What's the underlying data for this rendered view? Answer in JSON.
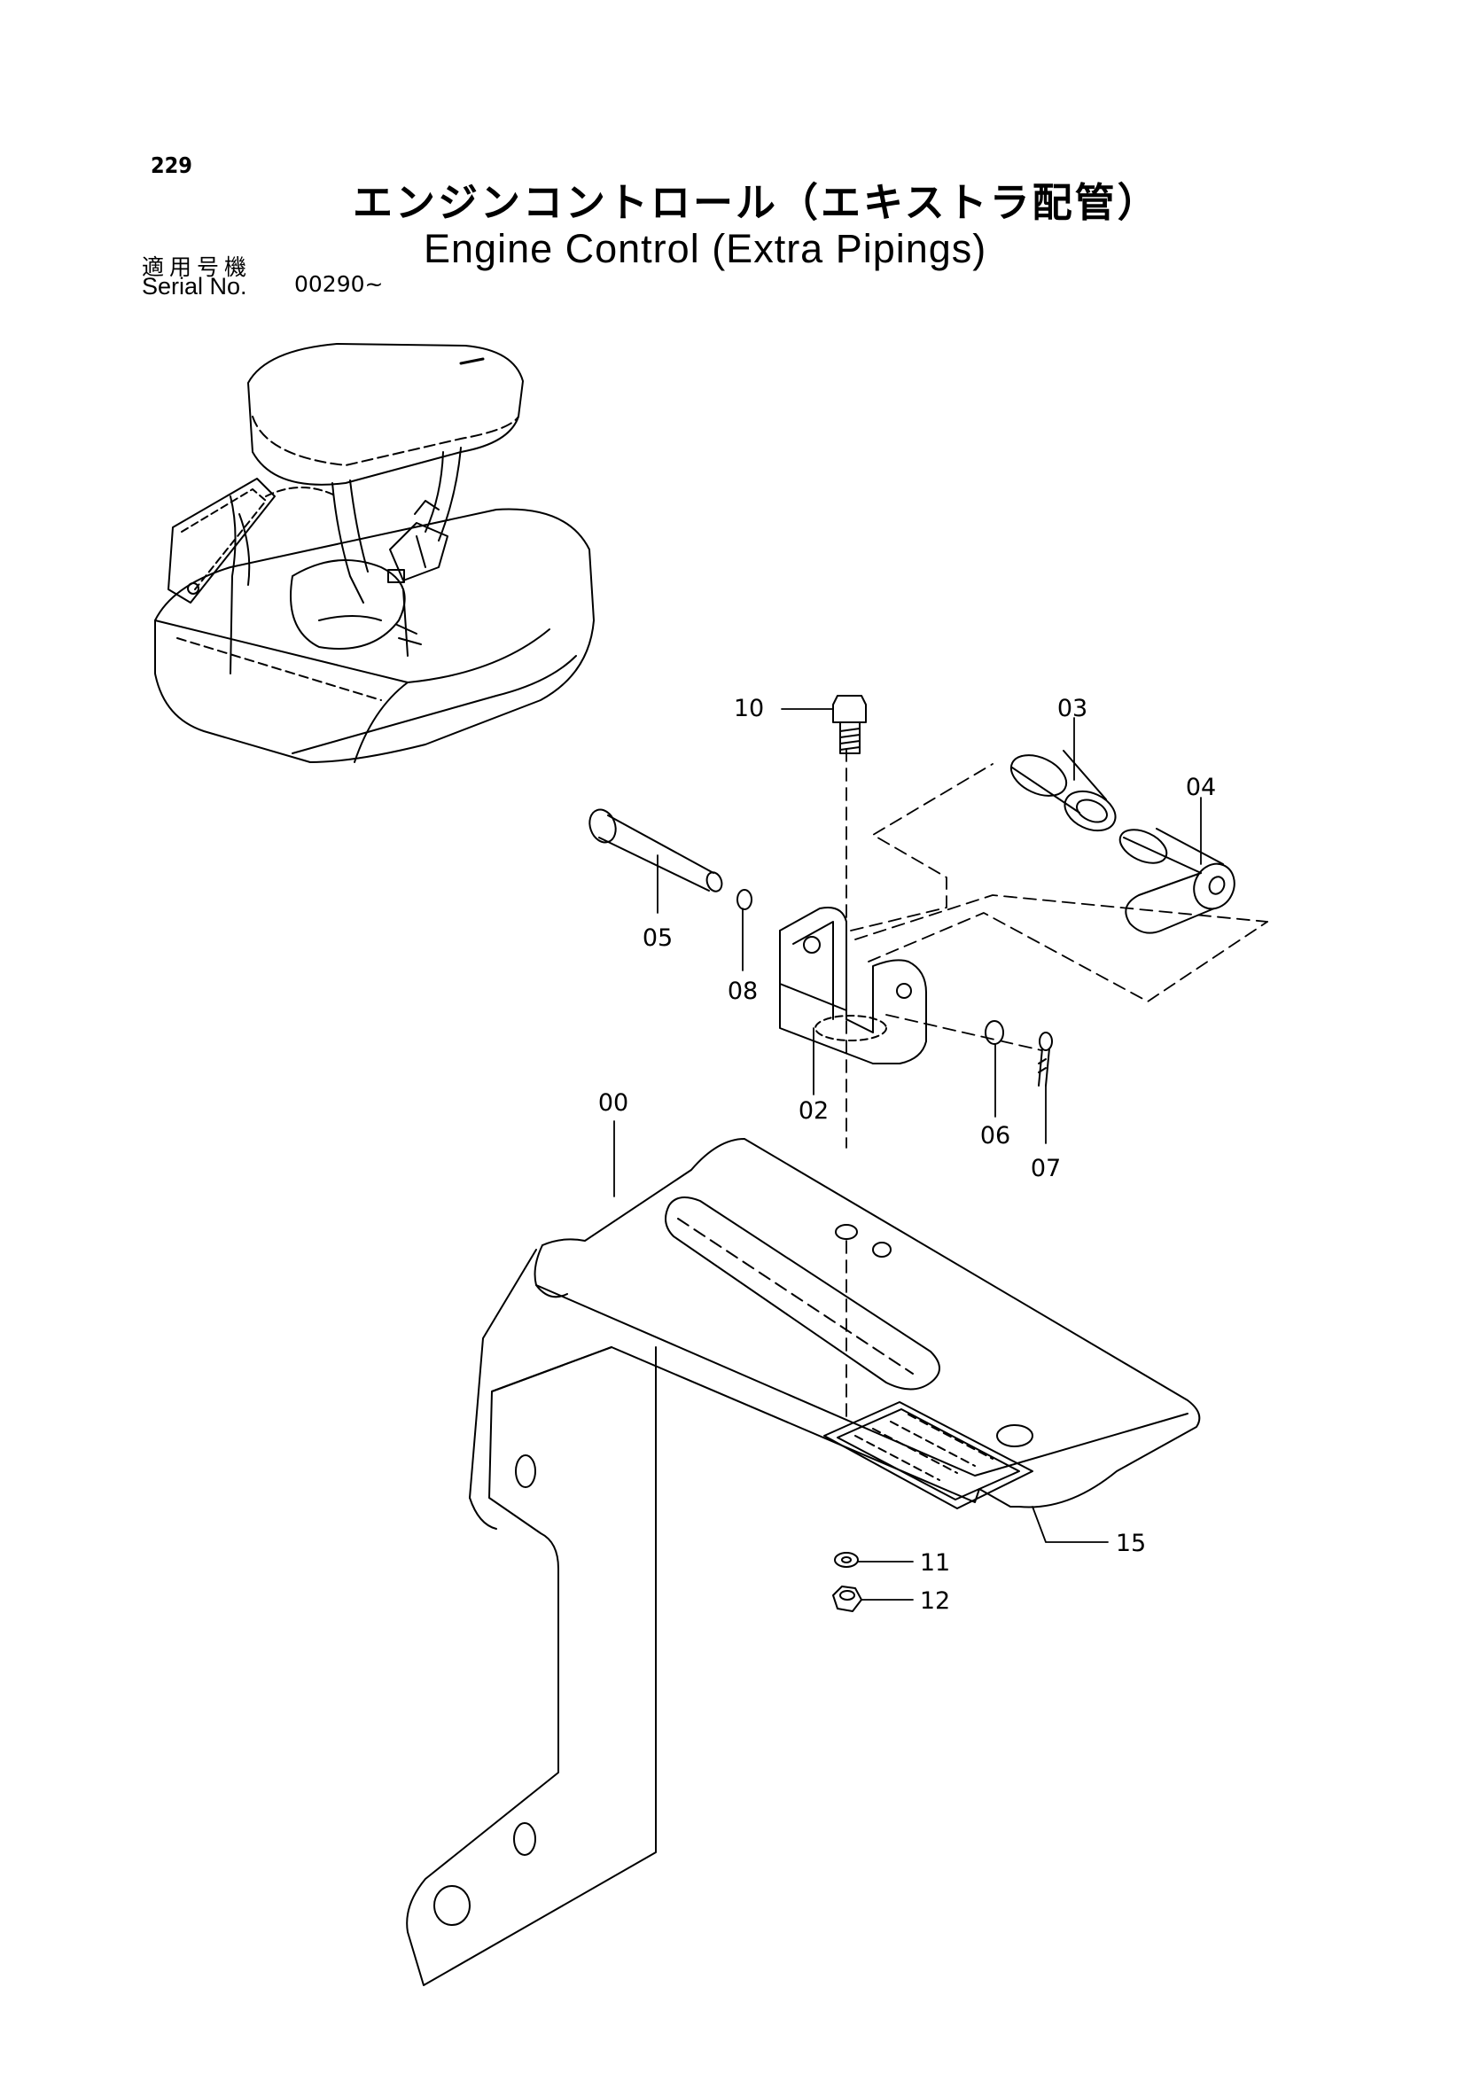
{
  "page": {
    "number": "229",
    "title_jp": "エンジンコントロール（エキストラ配管）",
    "title_en": "Engine Control (Extra Pipings)",
    "serial_label_jp": "適用号機",
    "serial_label_en": "Serial No.",
    "serial_value": "00290~"
  },
  "callouts": [
    {
      "id": "c10",
      "label": "10"
    },
    {
      "id": "c03",
      "label": "03"
    },
    {
      "id": "c04",
      "label": "04"
    },
    {
      "id": "c05",
      "label": "05"
    },
    {
      "id": "c08",
      "label": "08"
    },
    {
      "id": "c02",
      "label": "02"
    },
    {
      "id": "c06",
      "label": "06"
    },
    {
      "id": "c07",
      "label": "07"
    },
    {
      "id": "c00",
      "label": "00"
    },
    {
      "id": "c15",
      "label": "15"
    },
    {
      "id": "c11",
      "label": "11"
    },
    {
      "id": "c12",
      "label": "12"
    }
  ]
}
